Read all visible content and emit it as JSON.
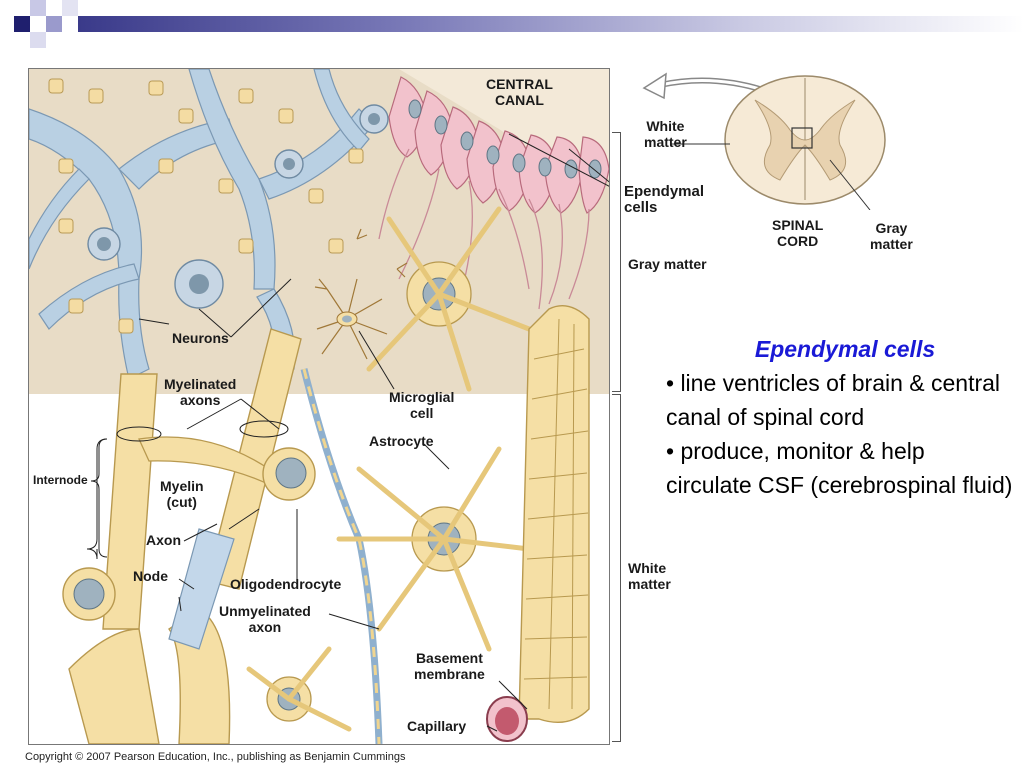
{
  "slide": {
    "copyright": "Copyright © 2007 Pearson Education, Inc., publishing as Benjamin Cummings"
  },
  "figure_labels": {
    "central_canal_1": "CENTRAL",
    "central_canal_2": "CANAL",
    "neurons": "Neurons",
    "myelinated_axons_1": "Myelinated",
    "myelinated_axons_2": "axons",
    "internode": "Internode",
    "myelin_cut_1": "Myelin",
    "myelin_cut_2": "(cut)",
    "axon": "Axon",
    "node": "Node",
    "oligodendrocyte": "Oligodendrocyte",
    "unmyelinated_axon_1": "Unmyelinated",
    "unmyelinated_axon_2": "axon",
    "microglial_cell_1": "Microglial",
    "microglial_cell_2": "cell",
    "astrocyte": "Astrocyte",
    "basement_membrane_1": "Basement",
    "basement_membrane_2": "membrane",
    "capillary": "Capillary",
    "ependymal_cells_1": "Ependymal",
    "ependymal_cells_2": "cells",
    "gray_matter_side": "Gray matter",
    "white_matter_side_1": "White",
    "white_matter_side_2": "matter"
  },
  "inset_labels": {
    "white_matter_1": "White",
    "white_matter_2": "matter",
    "spinal_cord_1": "SPINAL",
    "spinal_cord_2": "CORD",
    "gray_matter_1": "Gray",
    "gray_matter_2": "matter"
  },
  "text": {
    "heading": "Ependymal cells",
    "bullets": [
      "• line ventricles of brain & central canal of spinal cord",
      "• produce, monitor & help circulate CSF (cerebrospinal fluid)"
    ]
  }
}
